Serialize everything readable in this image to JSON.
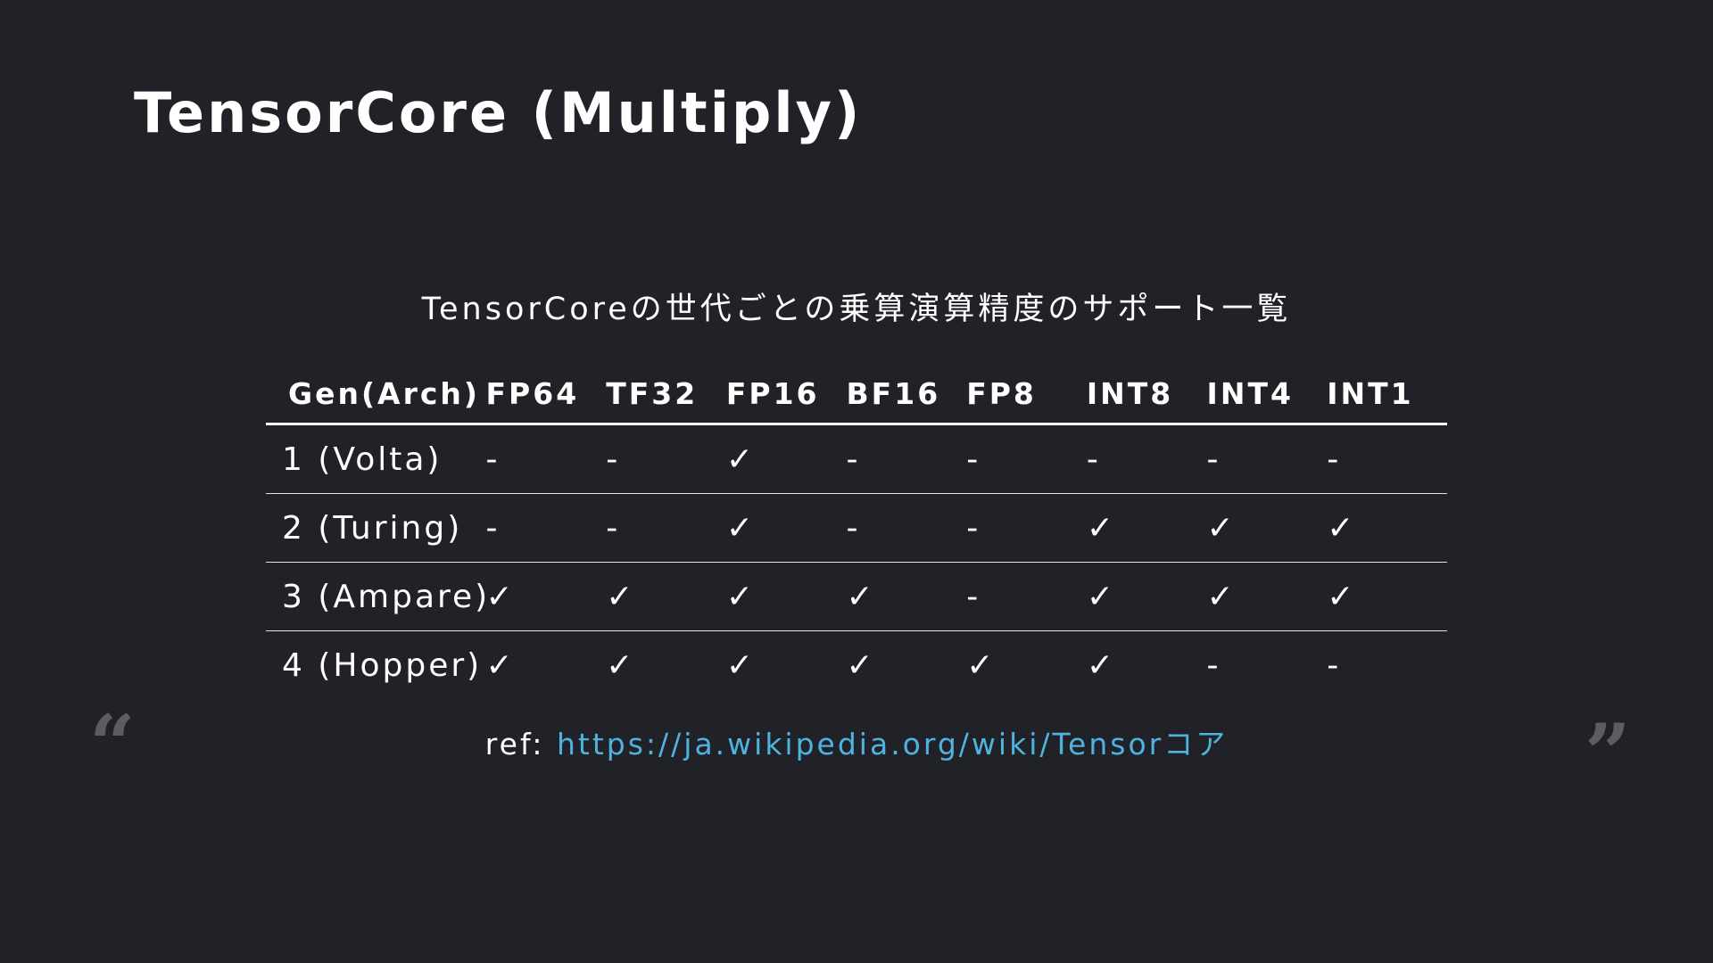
{
  "slide": {
    "title": "TensorCore (Multiply)",
    "caption": "TensorCoreの世代ごとの乗算演算精度のサポート一覧"
  },
  "table": {
    "headers": [
      "Gen(Arch)",
      "FP64",
      "TF32",
      "FP16",
      "BF16",
      "FP8",
      "INT8",
      "INT4",
      "INT1"
    ],
    "rows": [
      [
        "1 (Volta)",
        "-",
        "-",
        "✓",
        "-",
        "-",
        "-",
        "-",
        "-"
      ],
      [
        "2 (Turing)",
        "-",
        "-",
        "✓",
        "-",
        "-",
        "✓",
        "✓",
        "✓"
      ],
      [
        "3 (Ampare)",
        "✓",
        "✓",
        "✓",
        "✓",
        "-",
        "✓",
        "✓",
        "✓"
      ],
      [
        "4 (Hopper)",
        "✓",
        "✓",
        "✓",
        "✓",
        "✓",
        "✓",
        "-",
        "-"
      ]
    ]
  },
  "reference": {
    "prefix": "ref: ",
    "link_text": "https://ja.wikipedia.org/wiki/Tensorコア"
  },
  "decorations": {
    "open_quote": "“",
    "close_quote": "”",
    "quote_color": "#5c5d62",
    "link_color": "#4fb3e0",
    "background_color": "#212227"
  }
}
